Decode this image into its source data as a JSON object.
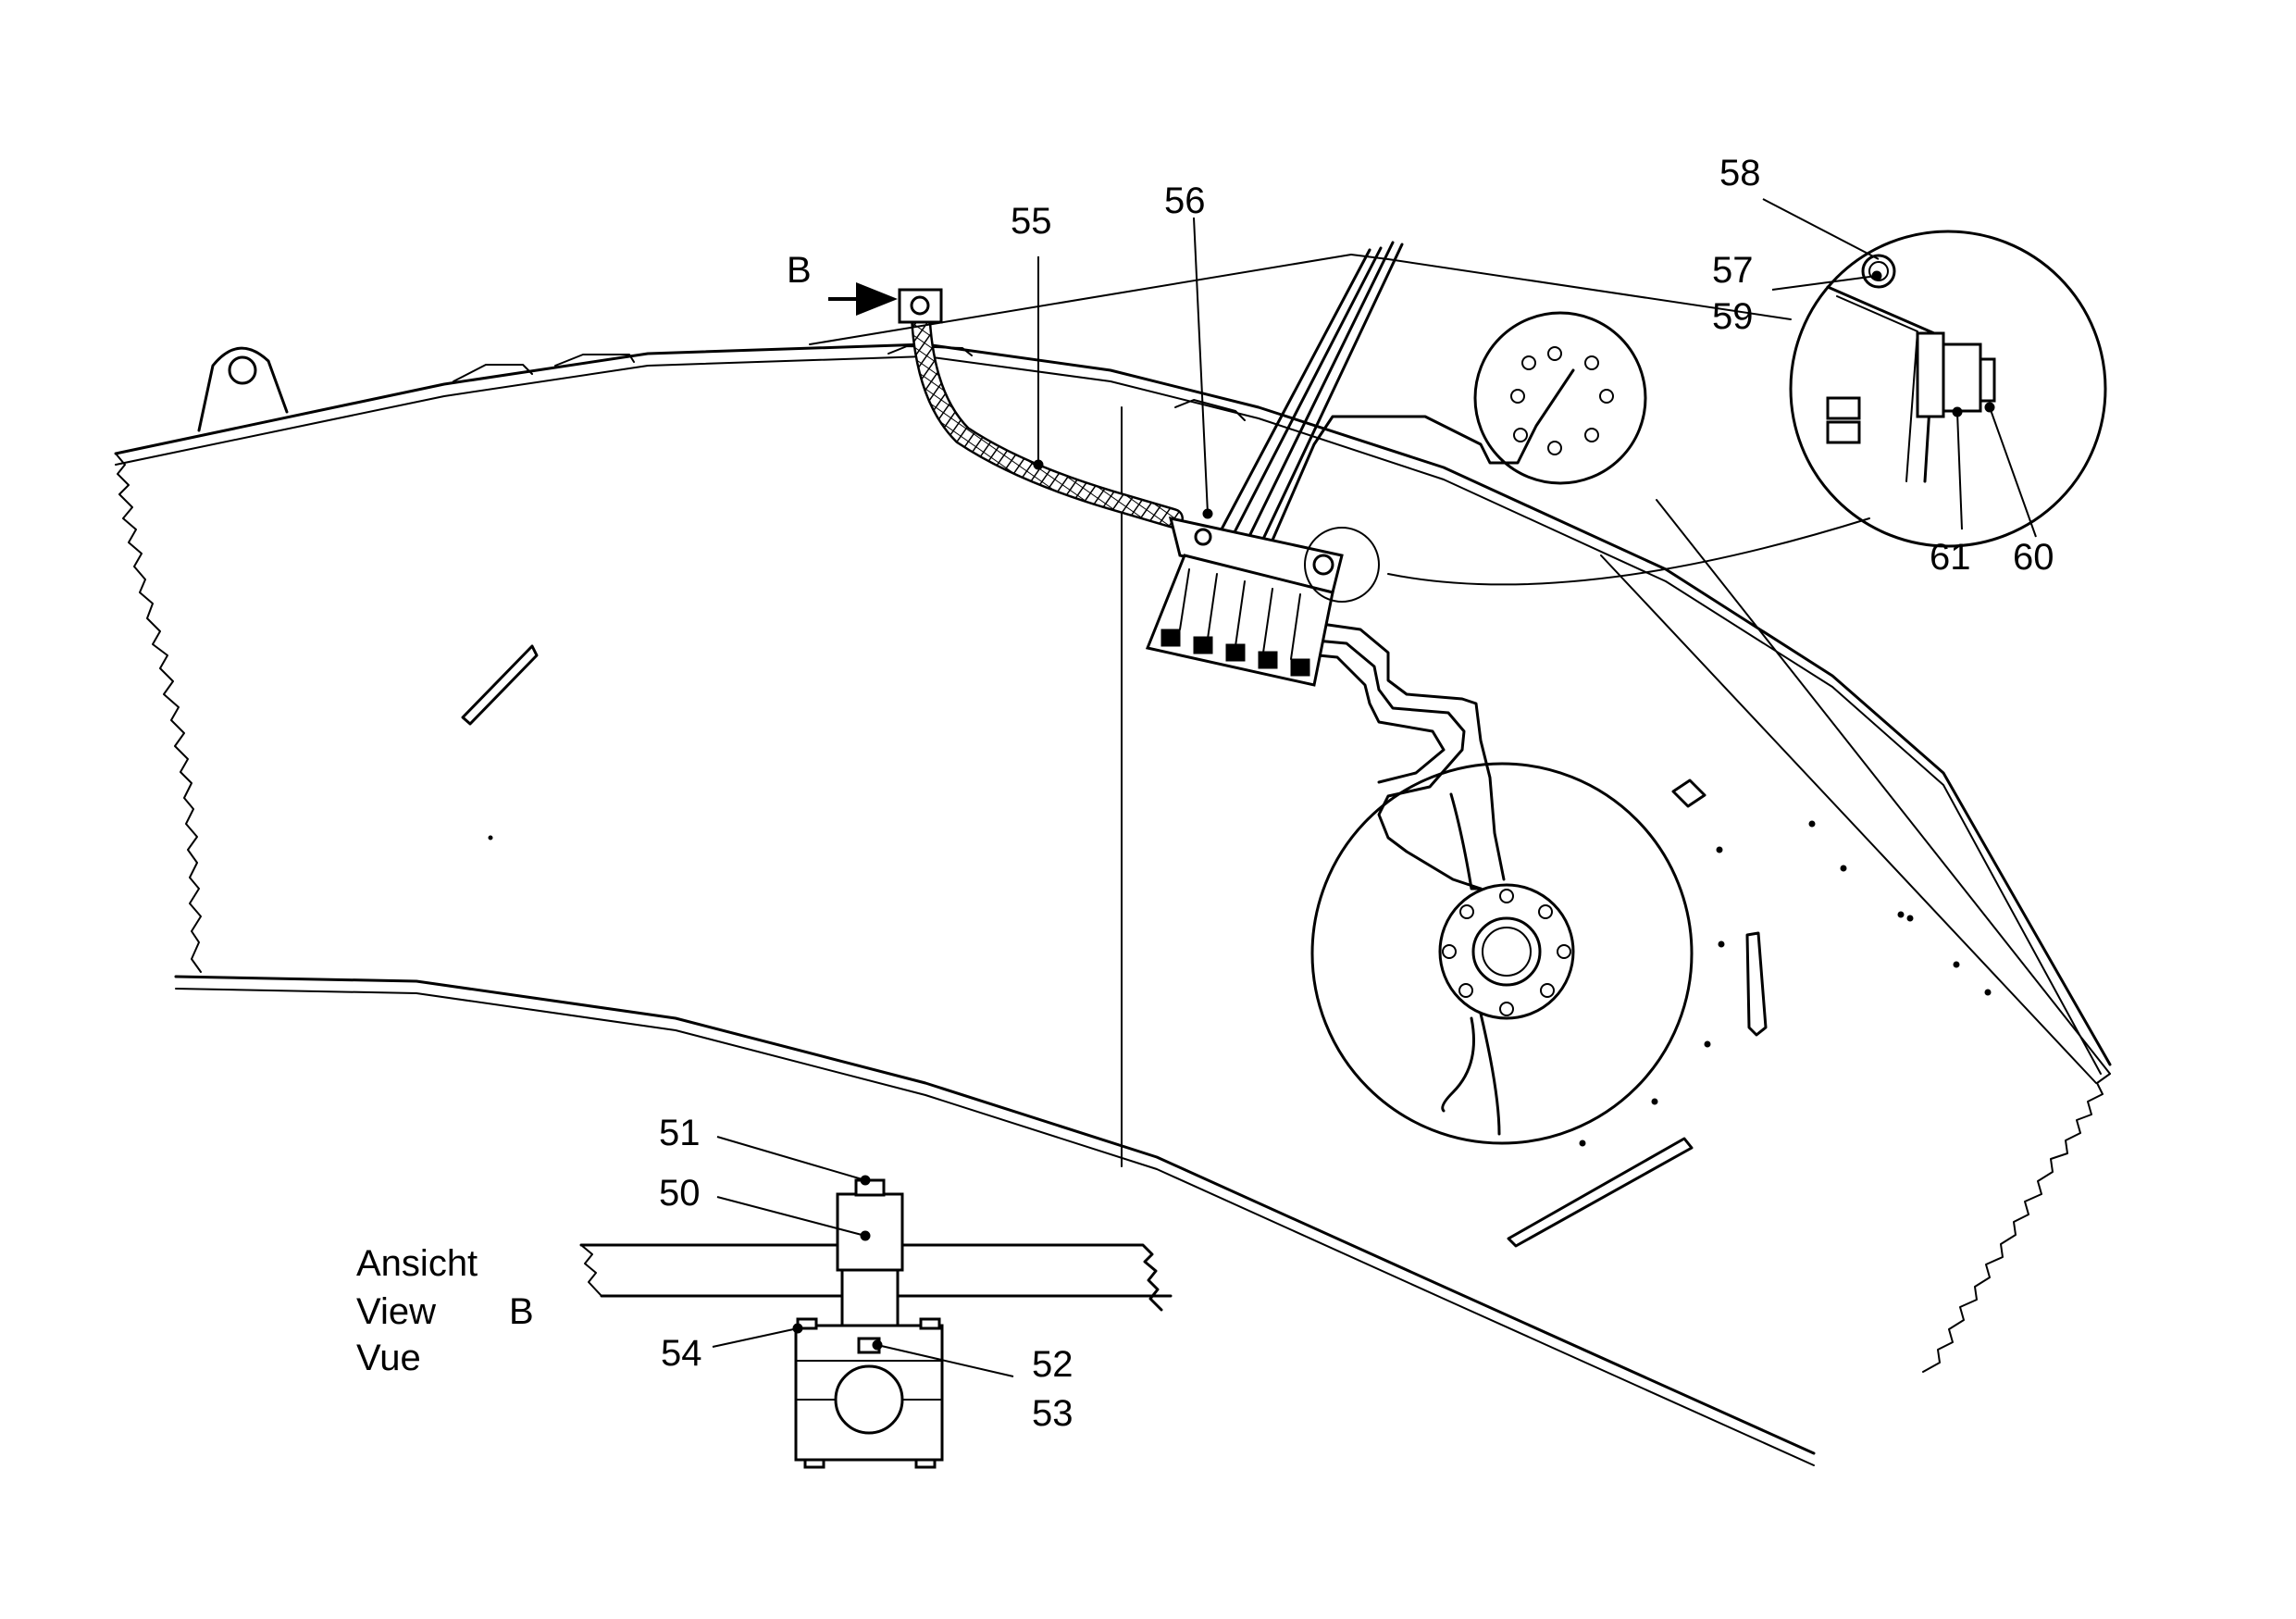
{
  "callouts": {
    "c50": "50",
    "c51": "51",
    "c52": "52",
    "c53": "53",
    "c54": "54",
    "c55": "55",
    "c56": "56",
    "c57": "57",
    "c58": "58",
    "c59": "59",
    "c60": "60",
    "c61": "61"
  },
  "view_marker": "B",
  "view_caption": {
    "line1": "Ansicht",
    "line2": "View",
    "line3": "Vue",
    "letter": "B"
  }
}
